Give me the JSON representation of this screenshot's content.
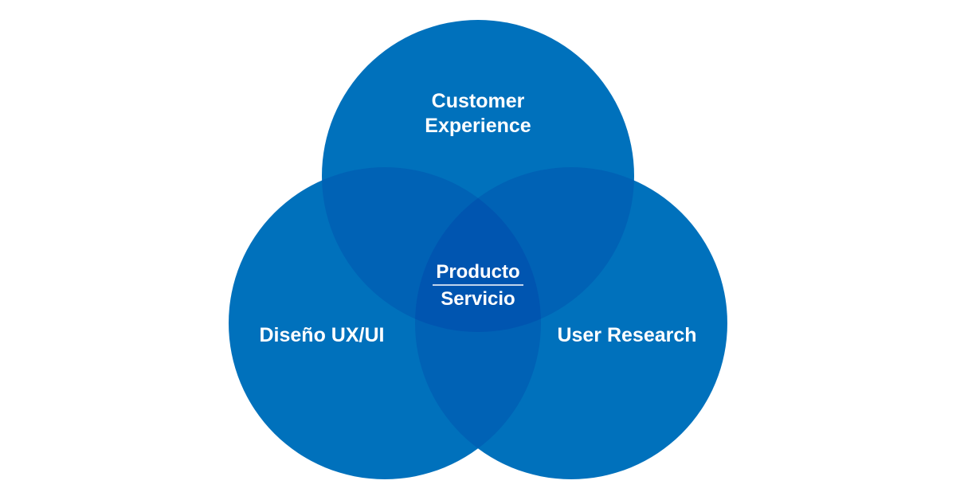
{
  "diagram": {
    "type": "venn",
    "colors": {
      "background": "#ffffff",
      "circle": "#0071bc",
      "overlap_two": "#0062b5",
      "overlap_three": "#0055b0",
      "text": "#ffffff"
    },
    "circles": [
      {
        "id": "top",
        "label_lines": [
          "Customer",
          "Experience"
        ]
      },
      {
        "id": "left",
        "label_lines": [
          "Diseño UX/UI"
        ]
      },
      {
        "id": "right",
        "label_lines": [
          "User Research"
        ]
      }
    ],
    "center": {
      "top_text": "Producto",
      "bottom_text": "Servicio"
    }
  }
}
